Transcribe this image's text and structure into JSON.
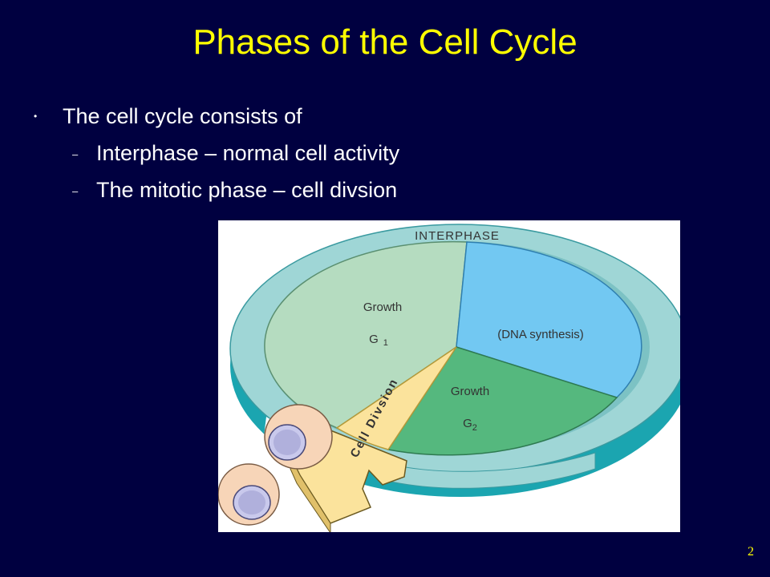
{
  "slide": {
    "title": "Phases of the Cell Cycle",
    "bullets": {
      "main": "The cell cycle consists of",
      "sub": [
        "Interphase – normal cell activity",
        "The mitotic phase – cell divsion"
      ]
    },
    "page_number": "2"
  },
  "diagram": {
    "interphase_label": "INTERPHASE",
    "g1": {
      "title": "Growth",
      "label": "G",
      "sub": "1"
    },
    "s": {
      "label": "(DNA synthesis)"
    },
    "g2": {
      "title": "Growth",
      "label": "G",
      "sub": "2"
    },
    "cell_division_label": "Cell Divsion",
    "colors": {
      "ring": "#9fd6d6",
      "ring_side": "#1ba5b0",
      "g1": "#b5dcc0",
      "s": "#72c8f2",
      "g2": "#55b87e",
      "division": "#fbe39c"
    }
  }
}
